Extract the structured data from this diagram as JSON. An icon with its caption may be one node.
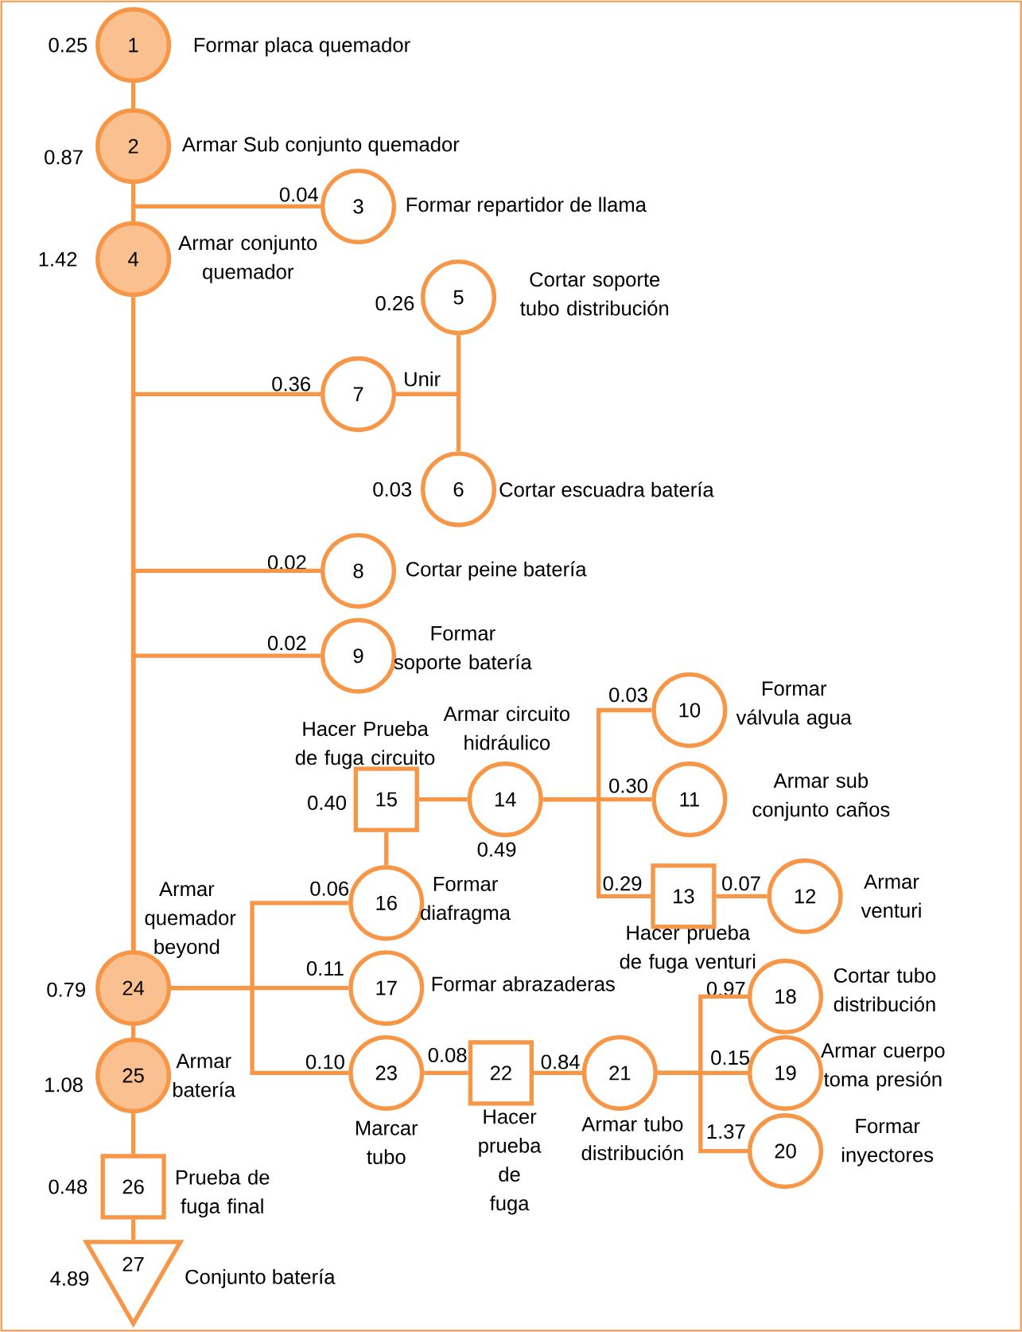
{
  "diagram": {
    "nodes": [
      {
        "text": [
          "1"
        ],
        "beside": [
          "0.25",
          "Formar placa quemador"
        ]
      },
      {
        "text": [
          "2"
        ],
        "beside": [
          "0.87",
          "Armar Sub conjunto quemador"
        ]
      },
      {
        "text": [
          "3"
        ],
        "beside": [
          "0.04",
          "Formar repartidor de llama"
        ]
      },
      {
        "text": [
          "4"
        ],
        "beside": [
          "1.42",
          "Armar conjunto quemador"
        ]
      },
      {
        "text": [
          "5"
        ],
        "beside": [
          "0.26",
          "Cortar soporte tubo distribución"
        ]
      },
      {
        "text": [
          "7"
        ],
        "beside": [
          "0.36"
        ]
      },
      {
        "text": [
          "6"
        ],
        "beside": [
          "0.03",
          "Cortar escuadra batería"
        ]
      },
      {
        "text": [
          "8"
        ],
        "beside": [
          "0.02",
          "Cortar peine batería"
        ]
      },
      {
        "text": [
          "9"
        ],
        "beside": [
          "0.02",
          "Formar soporte batería"
        ]
      },
      {
        "text": [
          "10"
        ],
        "beside": [
          "0.03",
          "Formar válvula agua"
        ]
      },
      {
        "text": [
          "15"
        ],
        "beside": [
          "Hacer Prueba de fuga circuito",
          "0.40"
        ]
      },
      {
        "text": [
          "14"
        ],
        "beside": [
          "Armar circuito hidráulico",
          "0.49"
        ]
      },
      {
        "text": [
          "11"
        ],
        "beside": [
          "0.30",
          "Armar sub conjunto caños"
        ]
      },
      {
        "text": [
          "16"
        ],
        "beside": [
          "0.06",
          "Formar diafragma"
        ]
      },
      {
        "text": [
          "13"
        ],
        "beside": [
          "0.29",
          "Hacer prueba de fuga venturi"
        ]
      },
      {
        "text": [
          "12"
        ],
        "beside": [
          "0.07",
          "Armar venturi"
        ]
      },
      {
        "text": [
          "24"
        ],
        "beside": [
          "Armar quemador beyond",
          "0.79"
        ]
      },
      {
        "text": [
          "17"
        ],
        "beside": [
          "0.11",
          "Formar abrazaderas"
        ]
      },
      {
        "text": [
          "18"
        ],
        "beside": [
          "0.97",
          "Cortar tubo distribución"
        ]
      },
      {
        "text": [
          "19"
        ],
        "beside": [
          "0.15",
          "Armar cuerpo toma presión"
        ]
      },
      {
        "text": [
          "25"
        ],
        "beside": [
          "Armar batería",
          "1.08"
        ]
      },
      {
        "text": [
          "23"
        ],
        "beside": [
          "0.10",
          "Marcar tubo"
        ]
      },
      {
        "text": [
          "22"
        ],
        "beside": [
          "0.08",
          "Hacer prueba de fuga"
        ]
      },
      {
        "text": [
          "21"
        ],
        "beside": [
          "0.84",
          "Armar tubo distribución"
        ]
      },
      {
        "text": [
          "20"
        ],
        "beside": [
          "1.37",
          "Formar inyectores"
        ]
      },
      {
        "text": [
          "26"
        ],
        "beside": [
          "0.48",
          "Prueba de fuga final"
        ]
      },
      {
        "text": [
          "27"
        ],
        "beside": [
          "4.89",
          "Conjunto batería"
        ]
      }
    ],
    "edges": [
      {
        "from": 0,
        "to": 1,
        "arrow": "none"
      },
      {
        "from": 1,
        "to": 3,
        "arrow": "none"
      },
      {
        "from": 2,
        "to": 3,
        "arrow": "none"
      },
      {
        "from": 3,
        "to": 16,
        "arrow": "none"
      },
      {
        "from": 4,
        "to": 5,
        "arrow": "none",
        "label": "Unir"
      },
      {
        "from": 6,
        "to": 5,
        "arrow": "none"
      },
      {
        "from": 5,
        "to": 16,
        "arrow": "none"
      },
      {
        "from": 7,
        "to": 16,
        "arrow": "none"
      },
      {
        "from": 8,
        "to": 16,
        "arrow": "none"
      },
      {
        "from": 9,
        "to": 11,
        "arrow": "none"
      },
      {
        "from": 12,
        "to": 11,
        "arrow": "none"
      },
      {
        "from": 15,
        "to": 14,
        "arrow": "none"
      },
      {
        "from": 14,
        "to": 11,
        "arrow": "none"
      },
      {
        "from": 11,
        "to": 10,
        "arrow": "none"
      },
      {
        "from": 10,
        "to": 13,
        "arrow": "none"
      },
      {
        "from": 13,
        "to": 16,
        "arrow": "none"
      },
      {
        "from": 17,
        "to": 16,
        "arrow": "none"
      },
      {
        "from": 18,
        "to": 23,
        "arrow": "none"
      },
      {
        "from": 19,
        "to": 23,
        "arrow": "none"
      },
      {
        "from": 24,
        "to": 23,
        "arrow": "none"
      },
      {
        "from": 23,
        "to": 22,
        "arrow": "none"
      },
      {
        "from": 22,
        "to": 21,
        "arrow": "none"
      },
      {
        "from": 21,
        "to": 16,
        "arrow": "none"
      },
      {
        "from": 16,
        "to": 20,
        "arrow": "none"
      },
      {
        "from": 20,
        "to": 25,
        "arrow": "none"
      },
      {
        "from": 25,
        "to": 26,
        "arrow": "none"
      }
    ]
  }
}
